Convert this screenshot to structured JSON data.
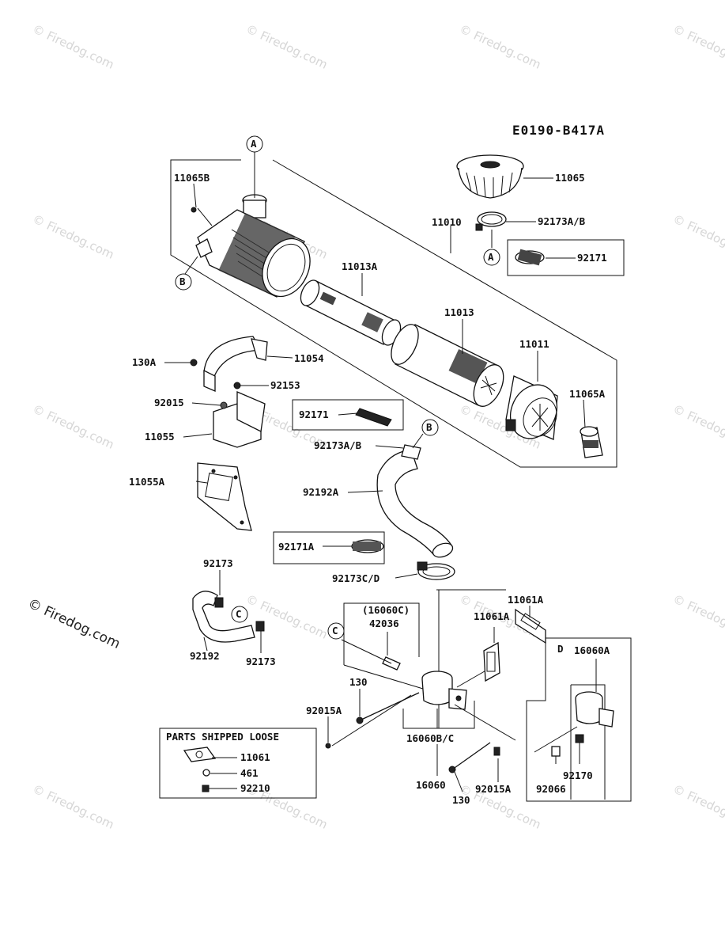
{
  "diagram_code": "E0190-B417A",
  "watermark": "Firedog.com",
  "watermark_main": "© Firedog.com",
  "callouts": {
    "a": "A",
    "b": "B",
    "c": "C",
    "d": "D"
  },
  "parts_shipped_loose": "PARTS SHIPPED LOOSE",
  "labels": {
    "p11065B": "11065B",
    "p11065": "11065",
    "p92173AB_top": "92173A/B",
    "p11010": "11010",
    "p92171_top": "92171",
    "p11013A": "11013A",
    "p11013": "11013",
    "p11011": "11011",
    "p11065A": "11065A",
    "p130A": "130A",
    "p11054": "11054",
    "p92153": "92153",
    "p92015": "92015",
    "p11055": "11055",
    "p11055A": "11055A",
    "p92171_mid": "92171",
    "p92173AB_mid": "92173A/B",
    "p92192A": "92192A",
    "p92171A": "92171A",
    "p92173CD": "92173C/D",
    "p92173_a": "92173",
    "p92192": "92192",
    "p92173_b": "92173",
    "p16060C": "(16060C)",
    "p42036": "42036",
    "p11061A_a": "11061A",
    "p11061A_b": "11061A",
    "p16060A": "16060A",
    "p130_a": "130",
    "p92015A_a": "92015A",
    "p16060BC": "16060B/C",
    "p16060": "16060",
    "p130_b": "130",
    "p92015A_b": "92015A",
    "p92170": "92170",
    "p92066": "92066",
    "p11061": "11061",
    "p461": "461",
    "p92210": "92210"
  }
}
